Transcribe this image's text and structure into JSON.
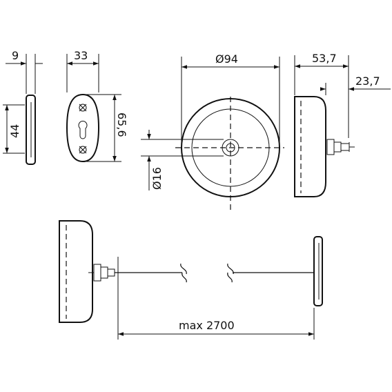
{
  "dimensions": {
    "bracket_thickness": "9",
    "bracket_height": "44",
    "plate_width": "33",
    "plate_height": "65,6",
    "reel_diameter": "Ø94",
    "axle_diameter": "Ø16",
    "reel_depth": "53,7",
    "gland_length": "23,7",
    "max_length": "max 2700"
  }
}
